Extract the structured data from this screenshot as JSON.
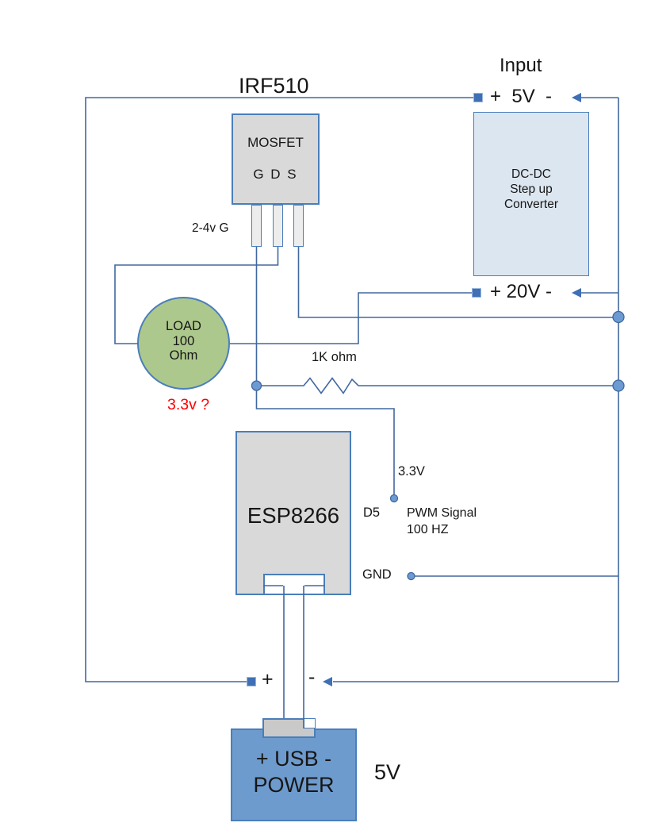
{
  "colors": {
    "wire_blue": "#41689f",
    "box_border_blue": "#4a7ebb",
    "component_gray": "#d9d9d9",
    "leg_gray": "#ededed",
    "dcdc_fill": "#dce6f0",
    "load_green": "#adc88c",
    "usb_blue": "#6e9bcd",
    "connector_gray": "#c9c9c9",
    "terminal_square_blue": "#3f6fb5",
    "node_dot_blue": "#6b9bd2",
    "warning_red": "#ff0000",
    "text_black": "#161616"
  },
  "mosfet": {
    "part_label": "IRF510",
    "name": "MOSFET",
    "pins": "G D S",
    "gate_range_note": "2-4v G"
  },
  "input_rail": {
    "title": "Input",
    "label": "+  5V  -"
  },
  "dcdc": {
    "line1": "DC-DC",
    "line2": "Step up",
    "line3": "Converter"
  },
  "output_rail": {
    "label": "+ 20V -"
  },
  "load": {
    "line1": "LOAD",
    "line2": "100",
    "line3": "Ohm",
    "voltage_question": "3.3v ?"
  },
  "resistor": {
    "label": "1K ohm"
  },
  "esp": {
    "name": "ESP8266",
    "pin_3v3": "3.3V",
    "pin_d5": "D5",
    "pwm_line1": "PWM Signal",
    "pwm_line2": "100 HZ",
    "pin_gnd": "GND"
  },
  "usb_rail": {
    "plus": "+",
    "minus": "-"
  },
  "usb": {
    "title_line1": "+ USB -",
    "title_line2": "POWER",
    "voltage": "5V"
  }
}
